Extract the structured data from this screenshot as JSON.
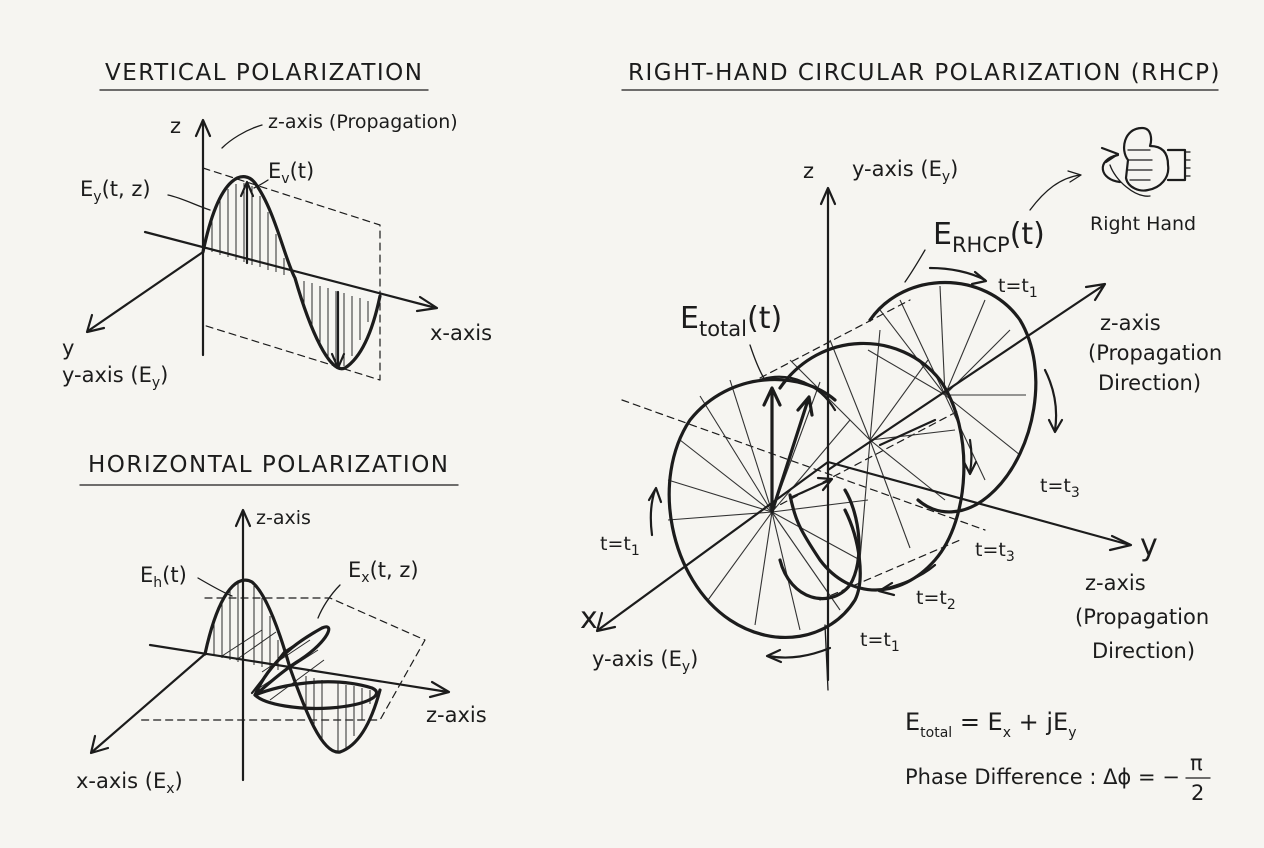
{
  "vertical": {
    "title": "VERTICAL POLARIZATION",
    "z_letter": "z",
    "z_axis_label": "z-axis (Propagation)",
    "wave_label_main": "E",
    "wave_label_sub": "v",
    "wave_label_tail": "(t)",
    "field_label_main": "E",
    "field_label_sub": "y",
    "field_label_tail": "(t, z)",
    "y_letter": "y",
    "y_axis_label_main": "y-axis (E",
    "y_axis_label_sub": "y",
    "y_axis_label_tail": ")",
    "x_axis_label": "x-axis"
  },
  "horizontal": {
    "title": "HORIZONTAL POLARIZATION",
    "z_axis_label": "z-axis",
    "wave_label_main": "E",
    "wave_label_sub": "h",
    "wave_label_tail": "(t)",
    "field_label_main": "E",
    "field_label_sub": "x",
    "field_label_tail": "(t, z)",
    "right_axis_label": "z-axis",
    "x_axis_label_main": "x-axis (E",
    "x_axis_label_sub": "x",
    "x_axis_label_tail": ")"
  },
  "rhcp": {
    "title": "RIGHT-HAND CIRCULAR POLARIZATION (RHCP)",
    "z_letter": "z",
    "y_axis_top_main": "y-axis (E",
    "y_axis_top_sub": "y",
    "y_axis_top_tail": ")",
    "hand_label": "Right Hand",
    "erhcp_main": "E",
    "erhcp_sub": "RHCP",
    "erhcp_tail": "(t)",
    "etotal_main": "E",
    "etotal_sub": "total",
    "etotal_tail": "(t)",
    "z_axis_right": [
      "z-axis",
      "(Propagation",
      "Direction)"
    ],
    "z_axis_bottom": [
      "z-axis",
      "(Propagation",
      "Direction)"
    ],
    "y_letter": "y",
    "x_letter": "x",
    "y_axis_bottom_main": "y-axis (E",
    "y_axis_bottom_sub": "y",
    "y_axis_bottom_tail": ")",
    "time_main": "t=t",
    "time_labels_sub": [
      "1",
      "3",
      "3",
      "2",
      "1",
      "1"
    ],
    "equation": {
      "lhs_main": "E",
      "lhs_sub": "total",
      "mid1": " = E",
      "mid1_sub": "x",
      "mid2": " + jE",
      "mid2_sub": "y"
    },
    "phase": {
      "prefix": "Phase Difference : Δϕ = −",
      "numerator": "π",
      "denominator": "2"
    }
  }
}
